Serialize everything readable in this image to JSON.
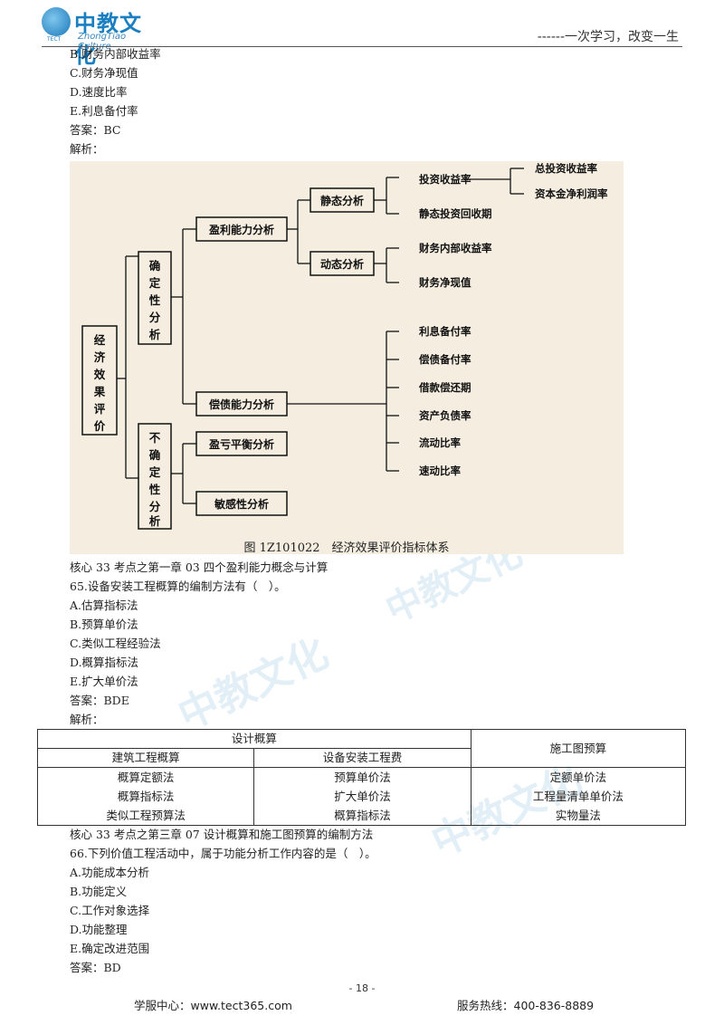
{
  "header": {
    "logo_cn": "中教文化",
    "logo_en": "ZhongTiao Culture",
    "logo_tect": "TECT",
    "slogan": "------一次学习，改变一生"
  },
  "q64_tail": {
    "options": [
      "B.财务内部收益率",
      "C.财务净现值",
      "D.速度比率",
      "E.利息备付率"
    ],
    "answer": "答案：BC",
    "analysis": "解析："
  },
  "figure": {
    "root": [
      "经",
      "济",
      "效",
      "果",
      "评",
      "价"
    ],
    "certain": [
      "确",
      "定",
      "性",
      "分",
      "析"
    ],
    "uncertain": [
      "不",
      "确",
      "定",
      "性",
      "分",
      "析"
    ],
    "profit": "盈利能力分析",
    "static": "静态分析",
    "dynamic": "动态分析",
    "roi": "投资收益率",
    "total_roi": "总投资收益率",
    "capital_profit": "资本金净利润率",
    "static_payback": "静态投资回收期",
    "firr": "财务内部收益率",
    "fnpv": "财务净现值",
    "solvency": "偿债能力分析",
    "solvency_items": [
      "利息备付率",
      "偿债备付率",
      "借款偿还期",
      "资产负债率",
      "流动比率",
      "速动比率"
    ],
    "breakeven": "盈亏平衡分析",
    "sensitivity": "敏感性分析",
    "caption": "图 1Z101022　经济效果评价指标体系"
  },
  "core33a": "核心 33 考点之第一章 03 四个盈利能力概念与计算",
  "q65": {
    "stem": "65.设备安装工程概算的编制方法有（　）。",
    "options": [
      "A.估算指标法",
      "B.预算单价法",
      "C.类似工程经验法",
      "D.概算指标法",
      "E.扩大单价法"
    ],
    "answer": "答案：BDE",
    "analysis": "解析："
  },
  "table": {
    "design_estimate": "设计概算",
    "construction_budget": "施工图预算",
    "building_estimate": "建筑工程概算",
    "equipment_cost": "设备安装工程费",
    "col1": [
      "概算定额法",
      "概算指标法",
      "类似工程预算法"
    ],
    "col2": [
      "预算单价法",
      "扩大单价法",
      "概算指标法"
    ],
    "col3": [
      "定额单价法",
      "工程量清单单价法",
      "实物量法"
    ]
  },
  "core33b": "核心 33 考点之第三章 07 设计概算和施工图预算的编制方法",
  "q66": {
    "stem": "66.下列价值工程活动中，属于功能分析工作内容的是（　）。",
    "options": [
      "A.功能成本分析",
      "B.功能定义",
      "C.工作对象选择",
      "D.功能整理",
      "E.确定改进范围"
    ],
    "answer": "答案：BD"
  },
  "footer": {
    "page": "- 18 -",
    "service": "学服中心：www.tect365.com",
    "hotline": "服务热线：400-836-8889"
  }
}
